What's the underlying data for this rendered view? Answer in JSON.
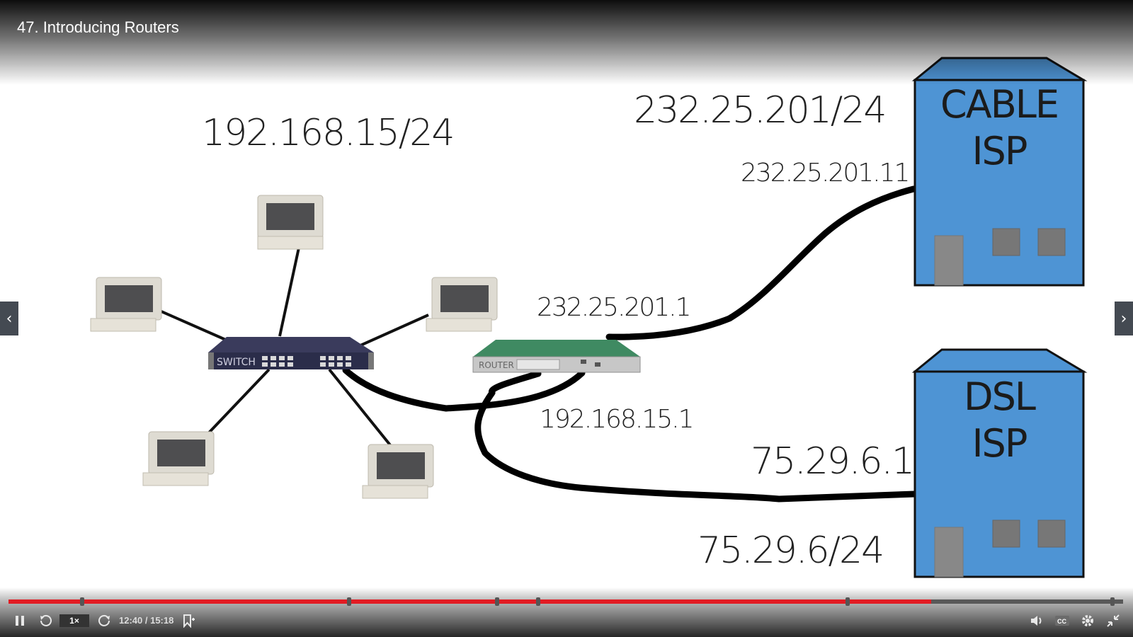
{
  "lecture": {
    "title": "47. Introducing Routers"
  },
  "diagram": {
    "lan_subnet": "192.168.15/24",
    "cable_subnet": "232.25.201/24",
    "cable_isp_ip": "232.25.201.11",
    "router_wan_ip": "232.25.201.1",
    "router_lan_ip": "192.168.15.1",
    "dsl_ip": "75.29.6.1",
    "dsl_subnet": "75.29.6/24",
    "switch_label": "SWITCH",
    "router_label": "ROUTER",
    "cable_isp": {
      "line1": "CABLE",
      "line2": "ISP"
    },
    "dsl_isp": {
      "line1": "DSL",
      "line2": "ISP"
    },
    "colors": {
      "isp_fill": "#4e94d4",
      "switch": "#2b2d4a",
      "router": "#3d7e5c"
    }
  },
  "player": {
    "speed_label": "1×",
    "time": "12:40 / 15:18",
    "progress_fraction": 0.828,
    "colors": {
      "progress": "#e21b23",
      "track": "#595959"
    }
  }
}
